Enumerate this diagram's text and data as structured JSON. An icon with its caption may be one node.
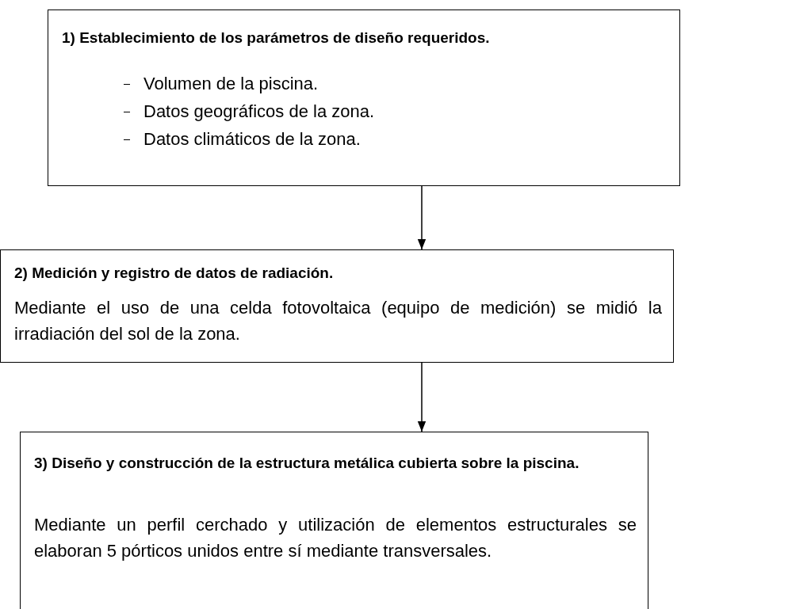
{
  "diagram": {
    "nodes": [
      {
        "text": [
          "1) Establecimiento de los parámetros de diseño requeridos.",
          "Volumen de la piscina.",
          "Datos geográficos de la zona.",
          "Datos climáticos de la zona."
        ]
      },
      {
        "text": [
          "2) Medición y registro de datos de radiación.",
          "Mediante el uso de una celda fotovoltaica (equipo de medición) se midió la irradiación del sol de la zona."
        ]
      },
      {
        "text": [
          "3) Diseño y construcción de la estructura metálica cubierta sobre la piscina.",
          "Mediante un perfil cerchado y utilización de elementos estructurales se elaboran 5 pórticos unidos entre sí mediante transversales."
        ]
      }
    ],
    "edges": [
      {
        "from": 0,
        "to": 1,
        "arrow": "to"
      },
      {
        "from": 1,
        "to": 2,
        "arrow": "to"
      }
    ]
  }
}
